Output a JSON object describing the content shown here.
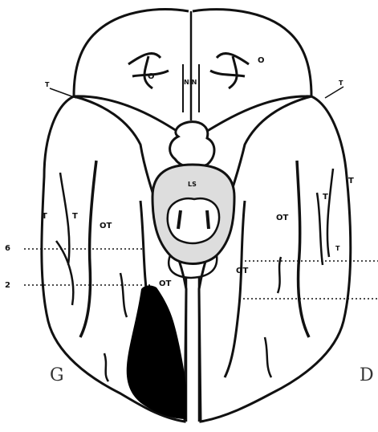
{
  "diagram": {
    "side_left": "G",
    "side_right": "D",
    "labels": {
      "orbital_left": "O",
      "orbital_right": "O",
      "mid_top": "NIN",
      "temporal_pole_left": "T",
      "temporal_pole_right": "T",
      "inf_temporal_left_1": "T",
      "inf_temporal_left_2": "T",
      "occipitotemporal_left": "OT",
      "occipitotemporal_left_low": "OT",
      "occipitotemporal_right": "OT",
      "occipitotemporal_right_low": "OT",
      "inf_temporal_right_1": "T",
      "inf_temporal_right_2": "T",
      "inf_temporal_right_3": "T",
      "cut_level_1": "6",
      "cut_level_2": "2",
      "midbrain": "LS"
    },
    "colors": {
      "ink": "#111111",
      "paper": "#ffffff",
      "lesion": "#000000"
    }
  }
}
